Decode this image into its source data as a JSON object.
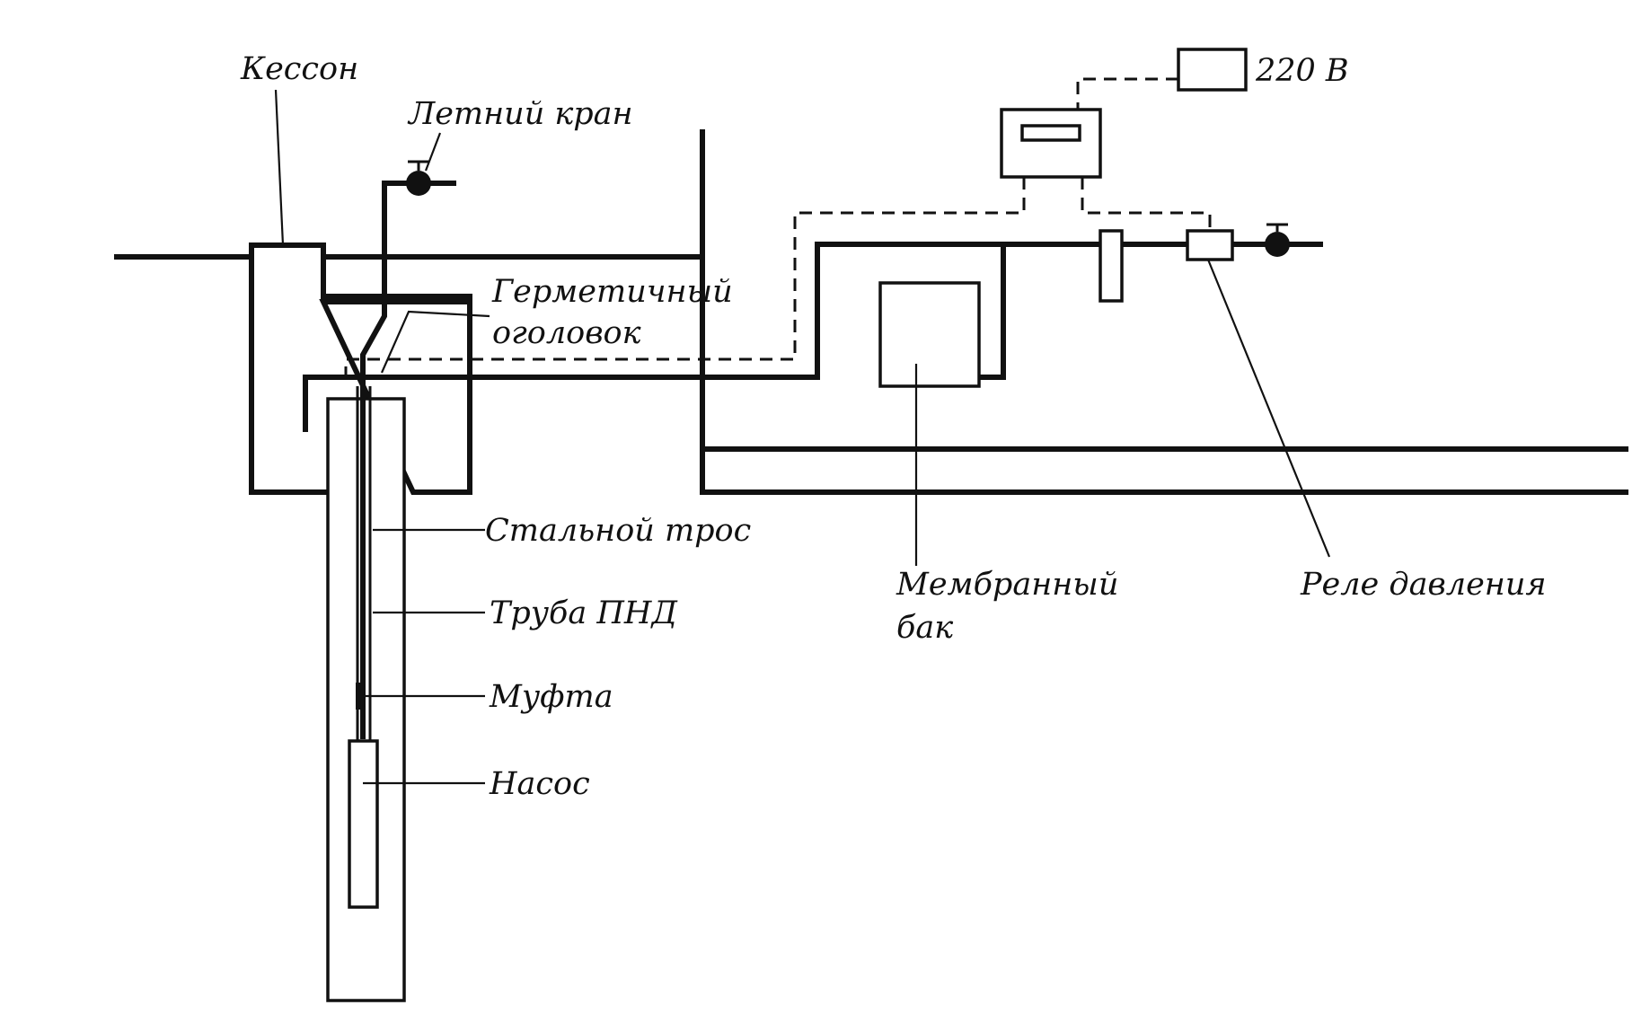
{
  "labels": {
    "caisson": "Кессон",
    "summer_tap": "Летний кран",
    "sealed_head_line1": "Герметичный",
    "sealed_head_line2": "оголовок",
    "steel_cable": "Стальной трос",
    "hdpe_pipe": "Труба ПНД",
    "coupling": "Муфта",
    "pump": "Насос",
    "membrane_tank_line1": "Мембранный",
    "membrane_tank_line2": "бак",
    "pressure_relay": "Реле давления",
    "power": "220 В"
  },
  "colors": {
    "ink": "#111111",
    "paper": "#ffffff"
  }
}
